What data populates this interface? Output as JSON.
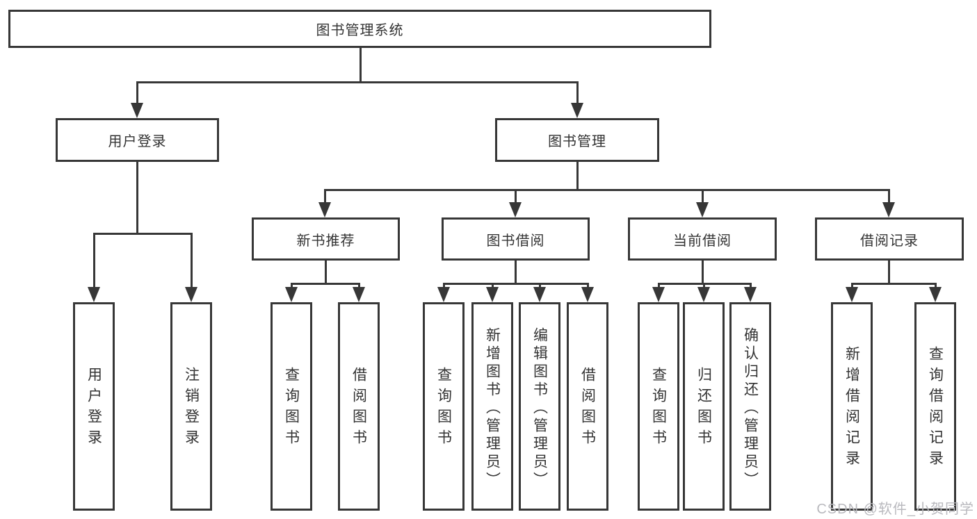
{
  "diagram": {
    "root": "图书管理系统",
    "level2": {
      "user_login": "用户登录",
      "book_management": "图书管理"
    },
    "level3": {
      "new_books": "新书推荐",
      "book_borrow": "图书借阅",
      "current_borrow": "当前借阅",
      "borrow_records": "借阅记录"
    },
    "leaves": {
      "user_login": [
        "用户登录",
        "注销登录"
      ],
      "new_books": [
        "查询图书",
        "借阅图书"
      ],
      "book_borrow": [
        "查询图书",
        "新增图书（管理员）",
        "编辑图书（管理员）",
        "借阅图书"
      ],
      "current_borrow": [
        "查询图书",
        "归还图书",
        "确认归还（管理员）"
      ],
      "borrow_records": [
        "新增借阅记录",
        "查询借阅记录"
      ]
    }
  },
  "watermark": "CSDN @软件_小贺同学",
  "colors": {
    "line": "#373737",
    "text": "#333333",
    "background": "#ffffff",
    "watermark": "#b9b9be"
  }
}
